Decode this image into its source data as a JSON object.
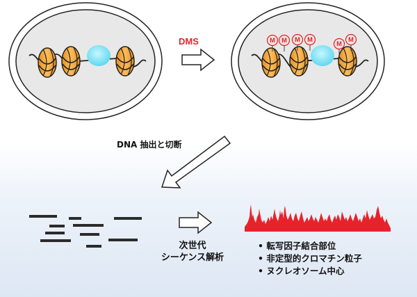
{
  "labels": {
    "treatment": "DMS",
    "extraction": "DNA 抽出と切断",
    "sequencing_line1": "次世代",
    "sequencing_line2": "シーケンス解析"
  },
  "results": [
    "転写因子結合部位",
    "非定型的クロマチン粒子",
    "ヌクレオソーム中心"
  ],
  "methyl_mark": "M",
  "colors": {
    "nucleosome": "#f5a53b",
    "protein": "#7fe3f5",
    "treatment_text": "#e0282c",
    "signal": "#e8222a",
    "cell": "#e8e8e8"
  }
}
